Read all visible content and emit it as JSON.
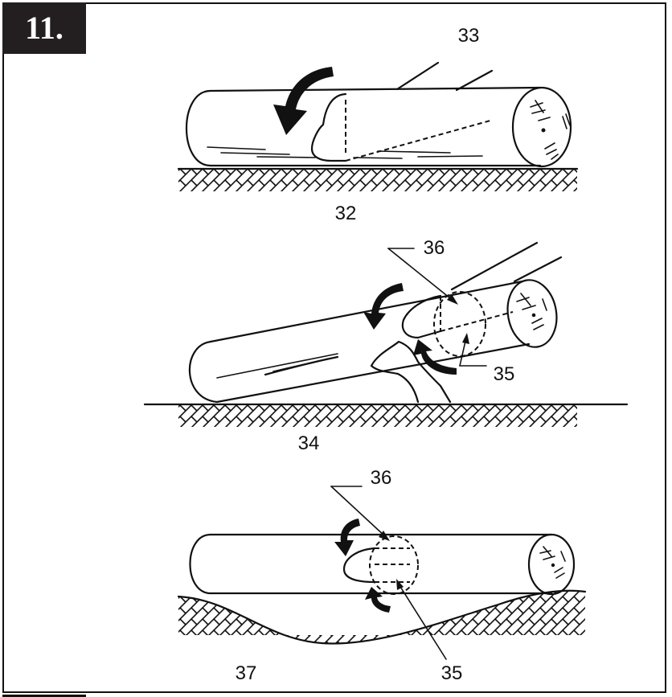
{
  "figure": {
    "number": "11."
  },
  "panels": [
    {
      "id": "top",
      "labels": [
        "33",
        "32"
      ]
    },
    {
      "id": "middle",
      "labels": [
        "36",
        "35",
        "34"
      ]
    },
    {
      "id": "bottom",
      "labels": [
        "36",
        "37",
        "35"
      ]
    }
  ]
}
